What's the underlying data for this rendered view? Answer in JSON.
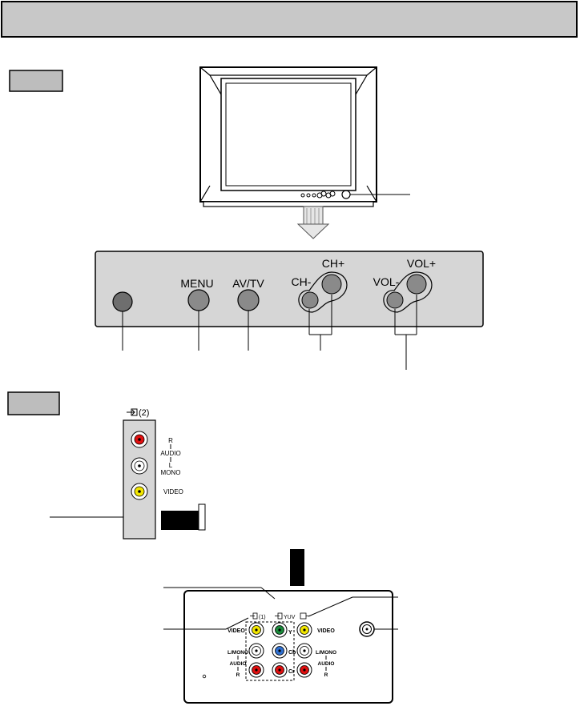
{
  "front_panel": {
    "buttons": {
      "menu": "MENU",
      "av_tv": "AV/TV",
      "ch_minus": "CH-",
      "ch_plus": "CH+",
      "vol_minus": "VOL-",
      "vol_plus": "VOL+"
    }
  },
  "side_panel": {
    "input_label": "(2)",
    "audio_r": "R",
    "audio": "AUDIO",
    "audio_l": "L",
    "mono": "MONO",
    "video": "VIDEO"
  },
  "rear_panel": {
    "input1_label": "(1)",
    "yuv_label": "YUV",
    "video_left": "VIDEO",
    "video_right": "VIDEO",
    "y_label": "Y",
    "cb_label": "Cb",
    "cr_label": "Cr",
    "lmono_left": "L/MONO",
    "lmono_right": "L/MONO",
    "audio_left": "AUDIO",
    "audio_right": "AUDIO",
    "r_left": "R",
    "r_right": "R"
  },
  "colors": {
    "header_gray": "#c8c8c8",
    "panel_gray": "#d6d6d6",
    "jack_red": "#e01010",
    "jack_white": "#ffffff",
    "jack_yellow": "#f2e600",
    "jack_green": "#1a8a3a",
    "jack_blue": "#2f6fd0"
  }
}
